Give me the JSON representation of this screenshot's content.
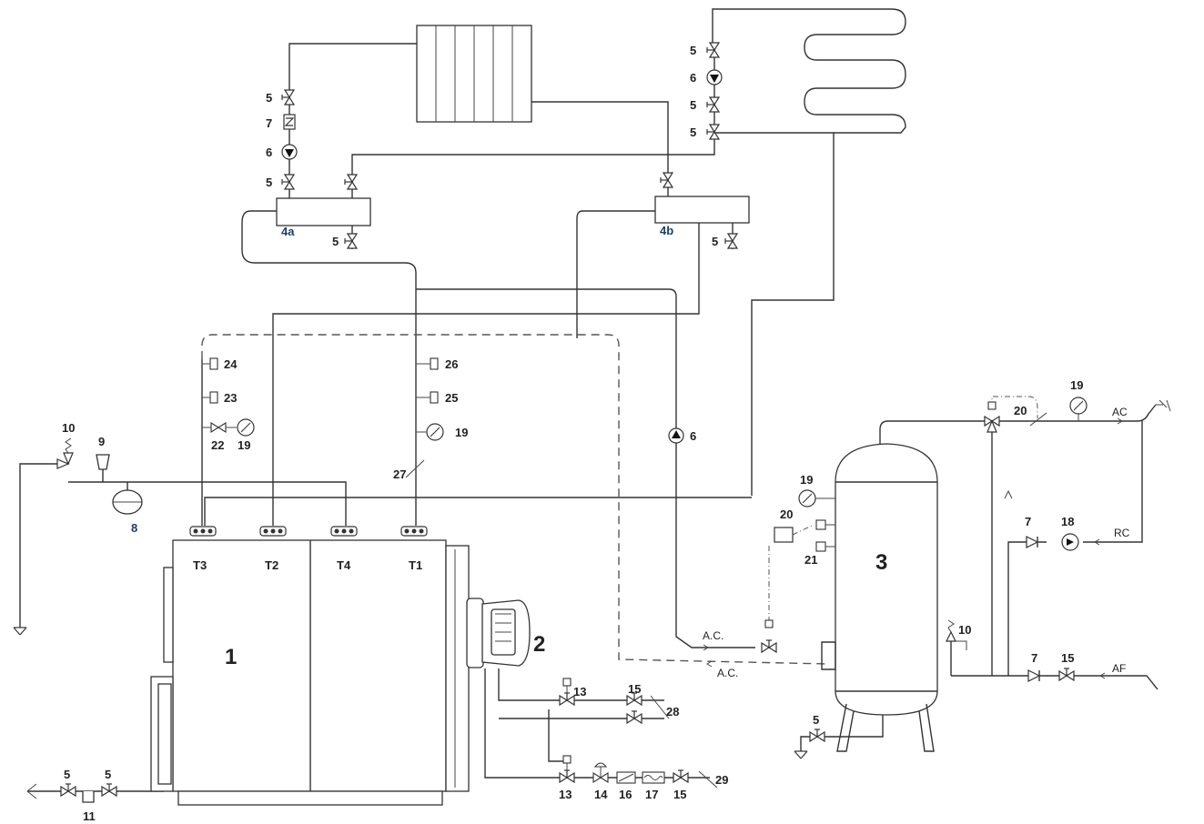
{
  "labels": {
    "boiler": "1",
    "burner": "2",
    "tank": "3",
    "collector_a": "4a",
    "collector_b": "4b",
    "valve": "5",
    "pump": "6",
    "check_valve": "7",
    "expansion": "8",
    "air_vent": "9",
    "safety_valve": "10",
    "filter": "11",
    "gas_valve": "13",
    "regulator": "14",
    "shutoff": "15",
    "item16": "16",
    "item17": "17",
    "item18": "18",
    "gauge": "19",
    "item20": "20",
    "item21": "21",
    "item22": "22",
    "item23": "23",
    "item24": "24",
    "item25": "25",
    "item26": "26",
    "item27": "27",
    "item28": "28",
    "item29": "29",
    "t1": "T1",
    "t2": "T2",
    "t3": "T3",
    "t4": "T4",
    "ac": "AC",
    "rc": "RC",
    "af": "AF",
    "ac_dot": "A.C."
  }
}
